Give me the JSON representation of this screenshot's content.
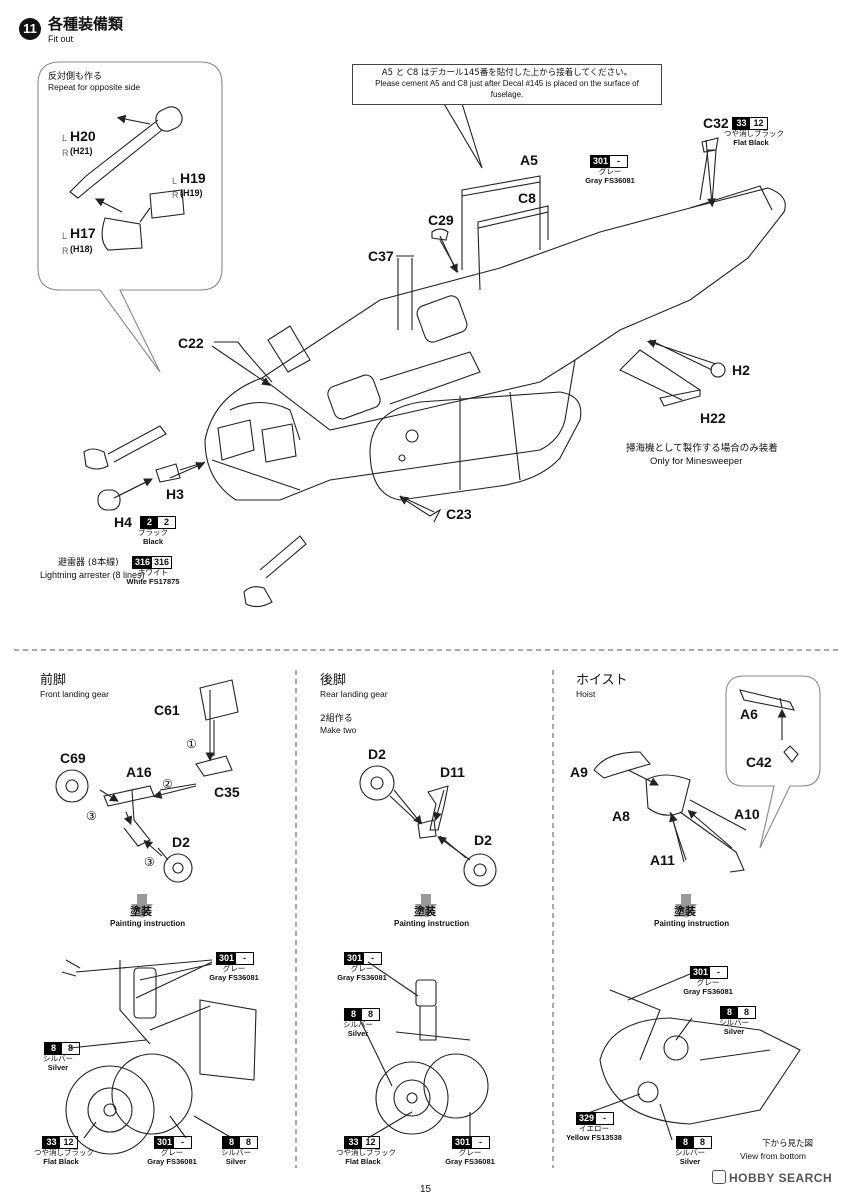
{
  "step": {
    "number": "11",
    "title_jp": "各種装備類",
    "title_en": "Fit out"
  },
  "repeat_note": {
    "jp": "反対側も作る",
    "en": "Repeat for opposite side"
  },
  "parts": {
    "h20_l": "H20",
    "h20_r": "(H21)",
    "h19_l": "H19",
    "h19_r": "(H19)",
    "h17_l": "H17",
    "h17_r": "(H18)",
    "l": "L",
    "r": "R",
    "c32": "C32",
    "a5": "A5",
    "c8": "C8",
    "c29": "C29",
    "c37": "C37",
    "c22": "C22",
    "h2": "H2",
    "h22": "H22",
    "h3": "H3",
    "h4": "H4",
    "c23": "C23",
    "c61": "C61",
    "c69": "C69",
    "a16": "A16",
    "c35": "C35",
    "d2": "D2",
    "d11": "D11",
    "a6": "A6",
    "c42": "C42",
    "a9": "A9",
    "a8": "A8",
    "a10": "A10",
    "a11": "A11"
  },
  "decal_note": {
    "jp": "A5 と C8 はデカール145番を貼付した上から接着してください。",
    "en": "Please cement A5 and C8 just after Decal #145 is placed on the surface of fuselage."
  },
  "minesweeper_note": {
    "jp": "掃海機として製作する場合のみ装着",
    "en": "Only for Minesweeper"
  },
  "lightning_note": {
    "jp": "避雷器 (8本線)",
    "en": "Lightning arrester (8 lines)"
  },
  "colors": {
    "flat_black": {
      "code_a": "33",
      "code_b": "12",
      "jp": "つや消しブラック",
      "en": "Flat Black"
    },
    "gray": {
      "code_a": "301",
      "code_b": "-",
      "jp": "グレー",
      "en": "Gray FS36081"
    },
    "black": {
      "code_a": "2",
      "code_b": "2",
      "jp": "ブラック",
      "en": "Black"
    },
    "white": {
      "code_a": "316",
      "code_b": "316",
      "jp": "ホワイト",
      "en": "White FS17875"
    },
    "silver": {
      "code_a": "8",
      "code_b": "8",
      "jp": "シルバー",
      "en": "Silver"
    },
    "yellow": {
      "code_a": "329",
      "code_b": "-",
      "jp": "イエロー",
      "en": "Yellow FS13538"
    }
  },
  "sections": {
    "front": {
      "jp": "前脚",
      "en": "Front landing gear"
    },
    "rear": {
      "jp": "後脚",
      "en": "Rear landing gear",
      "make_jp": "2組作る",
      "make_en": "Make two"
    },
    "hoist": {
      "jp": "ホイスト",
      "en": "Hoist"
    }
  },
  "painting": {
    "jp": "塗装",
    "en": "Painting instruction"
  },
  "steps": {
    "one": "①",
    "two": "②",
    "three": "③"
  },
  "bottom_view": {
    "jp": "下から見た図",
    "en": "View from bottom"
  },
  "page_number": "15",
  "watermark": "HOBBY SEARCH",
  "accent": {
    "line": "#222222",
    "arrow_gray": "#999999",
    "callout": "#888888"
  }
}
